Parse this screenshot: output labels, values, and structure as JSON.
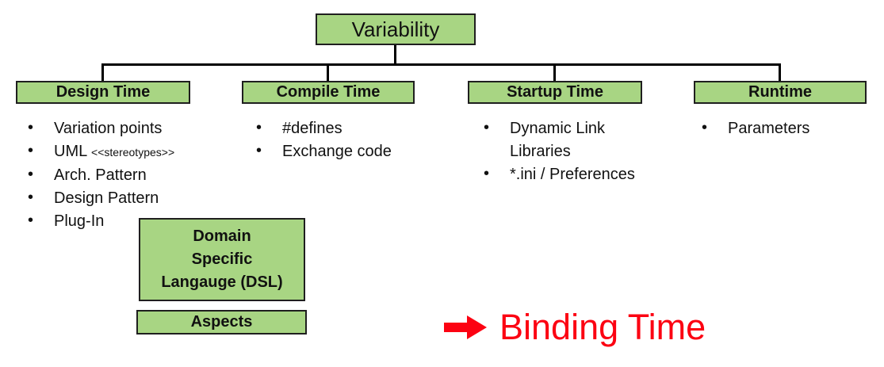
{
  "root_box": {
    "label": "Variability"
  },
  "columns": [
    {
      "label": "Design Time",
      "items": [
        {
          "text": "Variation points"
        },
        {
          "text": "UML",
          "small": "<<stereotypes>>"
        },
        {
          "text": "Arch. Pattern"
        },
        {
          "text": "Design Pattern"
        },
        {
          "text": "Plug-In"
        }
      ]
    },
    {
      "label": "Compile Time",
      "items": [
        {
          "text": "#defines"
        },
        {
          "text": "Exchange code"
        }
      ]
    },
    {
      "label": "Startup Time",
      "items": [
        {
          "text": "Dynamic Link Libraries"
        },
        {
          "text": "*.ini / Preferences"
        }
      ]
    },
    {
      "label": "Runtime",
      "items": [
        {
          "text": "Parameters"
        }
      ]
    }
  ],
  "dsl_box": {
    "lines": [
      "Domain",
      "Specific",
      "Langauge (DSL)"
    ]
  },
  "aspects_box": {
    "label": "Aspects"
  },
  "callout": {
    "label": "Binding Time"
  },
  "icons": {
    "bullet": "•",
    "binding_arrow": "right-arrow"
  },
  "colors": {
    "box_fill": "#a8d583",
    "box_border": "#1f1f1f",
    "connector": "#000000",
    "text": "#111111",
    "accent_red": "#fc0212"
  }
}
